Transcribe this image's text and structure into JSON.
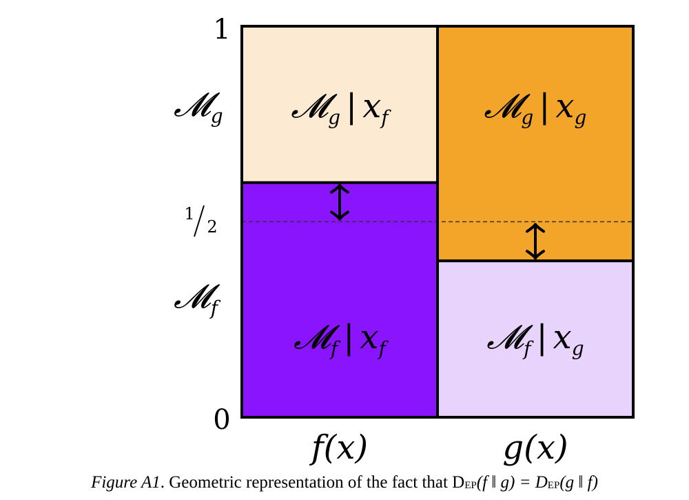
{
  "colors": {
    "mg_given_xf": "#fcebd2",
    "mg_given_xg": "#f2a528",
    "mf_given_xf": "#8b14ff",
    "mf_given_xg": "#e8d3fd",
    "border": "#000000",
    "dashed_line": "#333333"
  },
  "y_axis": {
    "top_label": "1",
    "half_label_num": "1",
    "half_label_den": "2",
    "bottom_label": "0",
    "mg_label": "𝓜",
    "mg_sub": "g",
    "mf_label": "𝓜",
    "mf_sub": "f"
  },
  "x_axis": {
    "left_label": "f(x)",
    "right_label": "g(x)"
  },
  "cells": {
    "mg_xf": {
      "M": "𝓜",
      "msub": "g",
      "bar": "|",
      "x": "x",
      "xsub": "f"
    },
    "mg_xg": {
      "M": "𝓜",
      "msub": "g",
      "bar": "|",
      "x": "x",
      "xsub": "g"
    },
    "mf_xf": {
      "M": "𝓜",
      "msub": "f",
      "bar": "|",
      "x": "x",
      "xsub": "f"
    },
    "mf_xg": {
      "M": "𝓜",
      "msub": "f",
      "bar": "|",
      "x": "x",
      "xsub": "g"
    }
  },
  "proportions": {
    "mf_given_xf": 0.6,
    "mf_given_xg": 0.4,
    "reference_line": 0.5
  },
  "caption": {
    "label": "Figure A1",
    "text": ". Geometric representation of the fact that D",
    "sub1": "EP",
    "mid": "(f ‖ g) = D",
    "sub2": "EP",
    "end": "(g ‖ f)"
  }
}
